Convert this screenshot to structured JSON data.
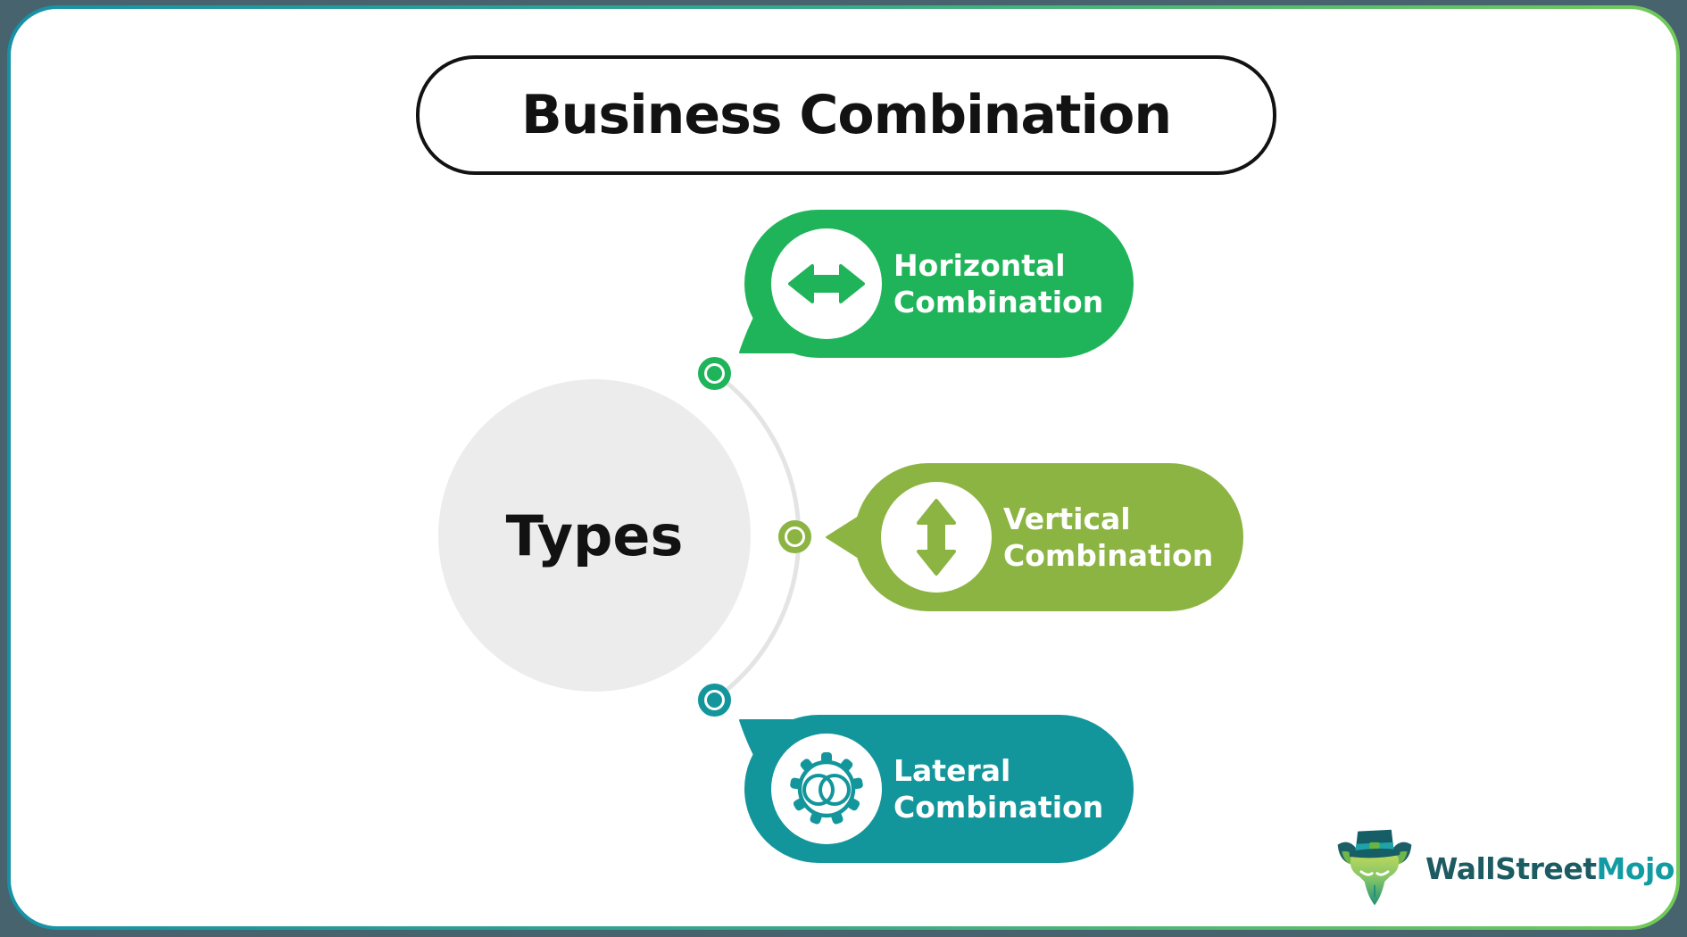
{
  "title": "Business Combination",
  "center": {
    "label": "Types"
  },
  "branches": [
    {
      "id": "horizontal",
      "line1": "Horizontal",
      "line2": "Combination",
      "color": "#1FB45A",
      "icon": "horizontal-arrows-icon"
    },
    {
      "id": "vertical",
      "line1": "Vertical",
      "line2": "Combination",
      "color": "#8CB442",
      "icon": "vertical-arrows-icon"
    },
    {
      "id": "lateral",
      "line1": "Lateral",
      "line2": "Combination",
      "color": "#13969B",
      "icon": "gear-overlap-icon"
    }
  ],
  "logo": {
    "part1": "WallStreet",
    "part2": "Mojo",
    "part1_color": "#1D5B63",
    "part2_color": "#129BA3"
  },
  "colors": {
    "page_background": "#47636D",
    "border_gradient_start": "#1692A6",
    "border_gradient_end": "#71CB58",
    "center_circle": "#ECECEC",
    "arc": "#E4E4E4",
    "title_text": "#121212"
  }
}
